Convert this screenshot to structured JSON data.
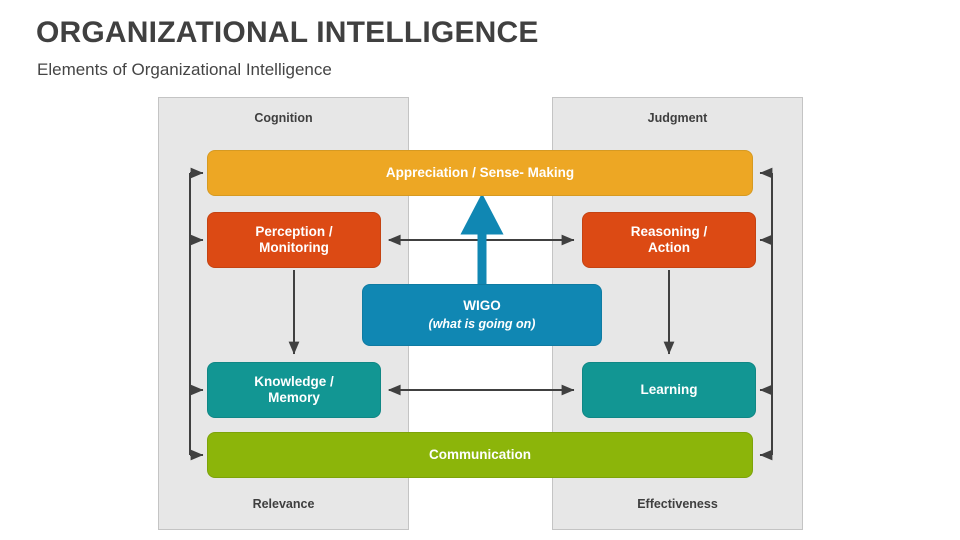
{
  "header": {
    "title": "ORGANIZATIONAL INTELLIGENCE",
    "subtitle": "Elements of Organizational Intelligence"
  },
  "panels": {
    "left": {
      "top_label": "Cognition",
      "bottom_label": "Relevance"
    },
    "right": {
      "top_label": "Judgment",
      "bottom_label": "Effectiveness"
    }
  },
  "nodes": {
    "appreciation": {
      "label": "Appreciation / Sense- Making",
      "color": "#eda724"
    },
    "perception": {
      "line1": "Perception /",
      "line2": "Monitoring",
      "color": "#dc4a14"
    },
    "reasoning": {
      "line1": "Reasoning /",
      "line2": "Action",
      "color": "#dc4a14"
    },
    "wigo": {
      "title": "WIGO",
      "subtitle": "(what is going on)",
      "color": "#1087b3"
    },
    "knowledge": {
      "line1": "Knowledge /",
      "line2": "Memory",
      "color": "#129693"
    },
    "learning": {
      "label": "Learning",
      "color": "#129693"
    },
    "communication": {
      "label": "Communication",
      "color": "#8cb50a"
    }
  },
  "connectors": {
    "line_color": "#404040",
    "highlight_color": "#1087b3"
  }
}
